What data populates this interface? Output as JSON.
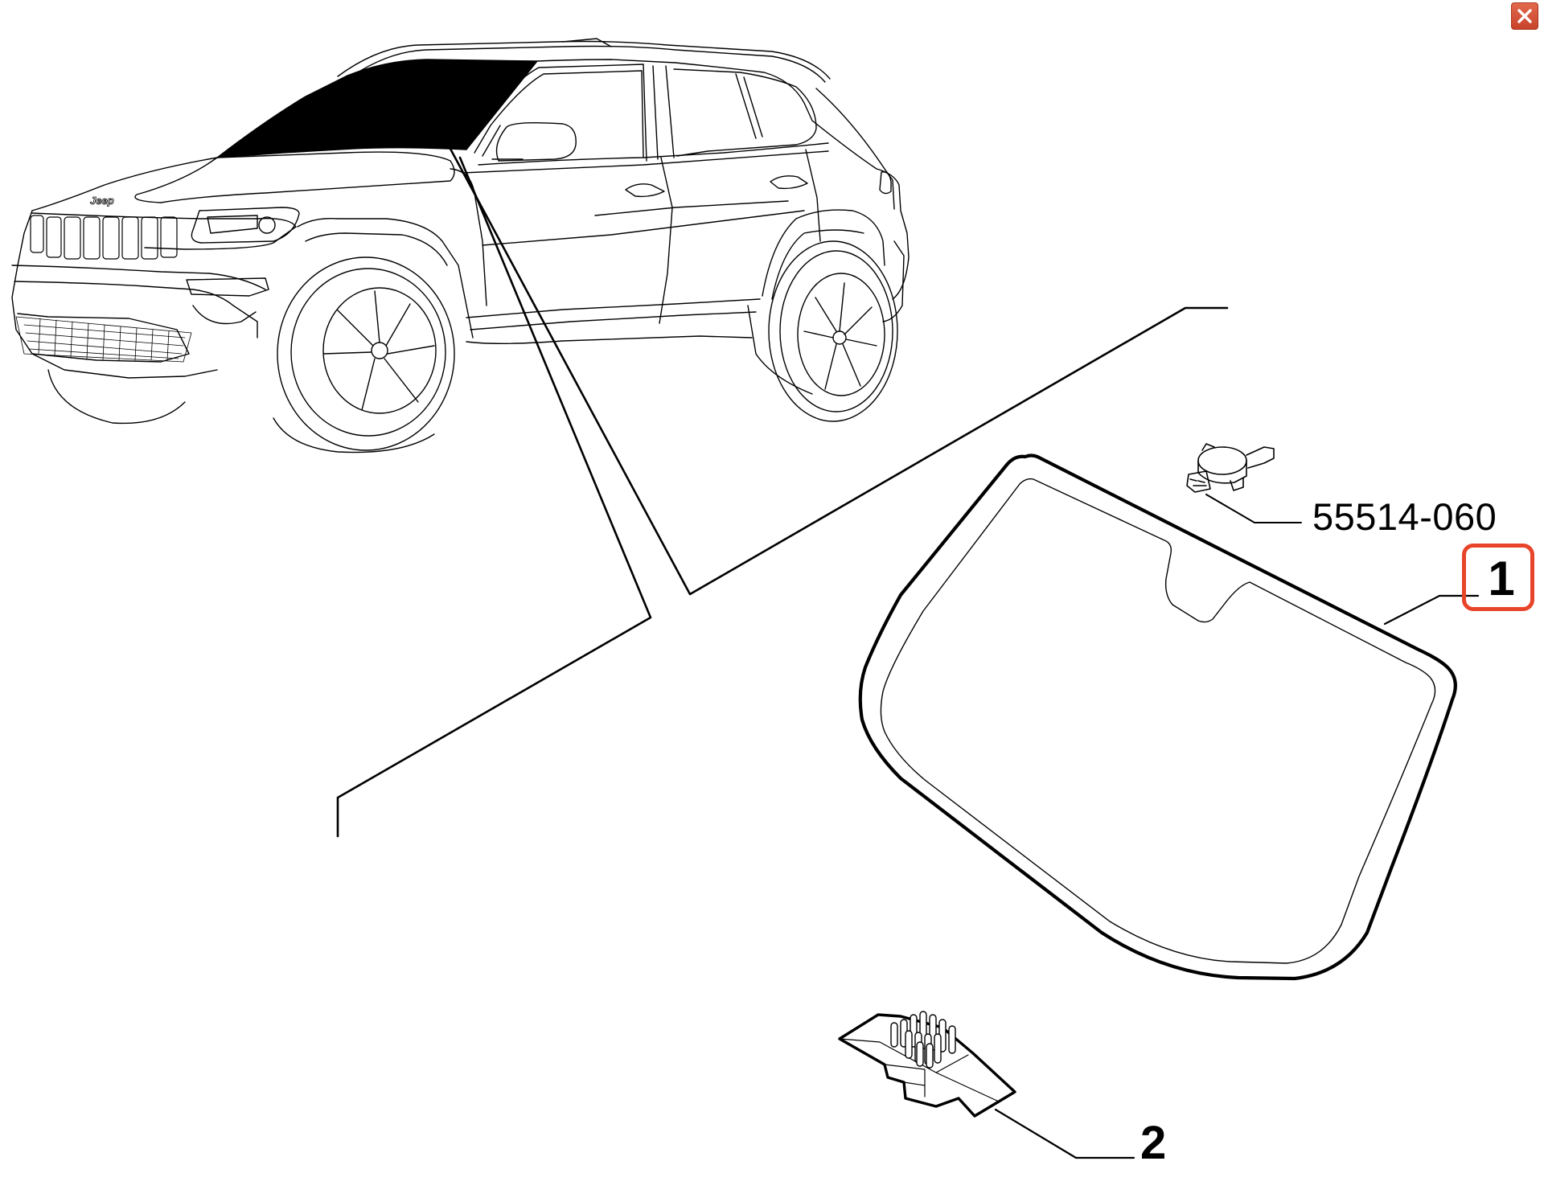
{
  "window": {
    "close_button_label": "Close",
    "close_icon": "close-x-icon",
    "close_color": "#d4523a"
  },
  "diagram": {
    "subject": "Vehicle exploded view - windshield",
    "vehicle_badge": "Jeep",
    "highlighted_area": "windshield (filled black on vehicle)"
  },
  "parts": [
    {
      "callout": "1",
      "name": "Windshield",
      "highlighted": true,
      "highlight_color": "#e8442a"
    },
    {
      "callout": "2",
      "name": "Connector / clip"
    },
    {
      "callout": "55514-060",
      "name": "Rain / light sensor",
      "is_part_number": true
    }
  ],
  "labels": {
    "part_number": "55514-060",
    "callout_1": "1",
    "callout_2": "2"
  }
}
